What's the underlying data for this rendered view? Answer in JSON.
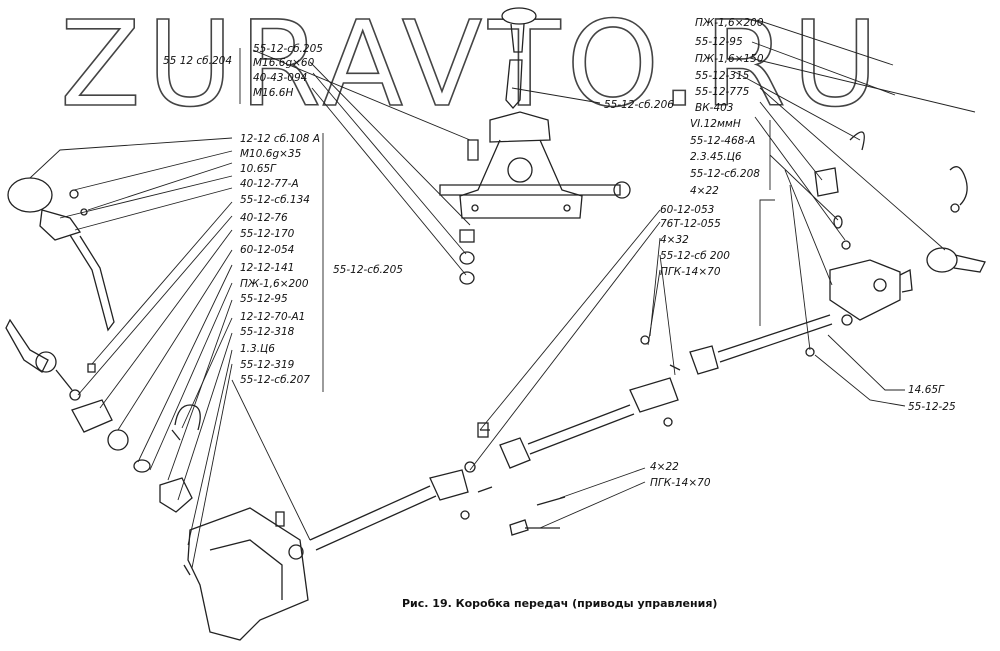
{
  "watermark": "ZURAVTO.RU",
  "caption": "Рис. 19. Коробка передач (приводы управления)",
  "labels": {
    "top_group_ref": "55 12 сб.204",
    "top_group": [
      "55-12-сб.205",
      "М16.6g×60",
      "40-43-094",
      "М16.6Н"
    ],
    "lever_ref": "55-12-сб.206",
    "left_group": [
      "12-12 сб.108 А",
      "М10.6g×35",
      "10.65Г",
      "40-12-77-А",
      "55-12-сб.134",
      "40-12-76",
      "55-12-170",
      "60-12-054",
      "12-12-141",
      "ПЖ-1,6×200",
      "55-12-95",
      "12-12-70-А1",
      "55-12-318",
      "1.3.Ц6",
      "55-12-319",
      "55-12-сб.207"
    ],
    "left_group_ref": "55-12-сб.205",
    "right_group": [
      "ПЖ-1,6×200",
      "55-12-95",
      "ПЖ-1,6×150",
      "55-12-315",
      "55-12-775",
      "ВК-403",
      "VI.12ммН",
      "55-12-468-А",
      "2.3.45.Ц6",
      "55-12-сб.208",
      "4×22"
    ],
    "mid_group": [
      "60-12-053",
      "76Т-12-055",
      "4×32",
      "55-12-сб 200",
      "ПГК-14×70"
    ],
    "bottom_group": [
      "4×22",
      "ПГК-14×70"
    ],
    "right_bottom": [
      "14.65Г",
      "55-12-25"
    ]
  }
}
